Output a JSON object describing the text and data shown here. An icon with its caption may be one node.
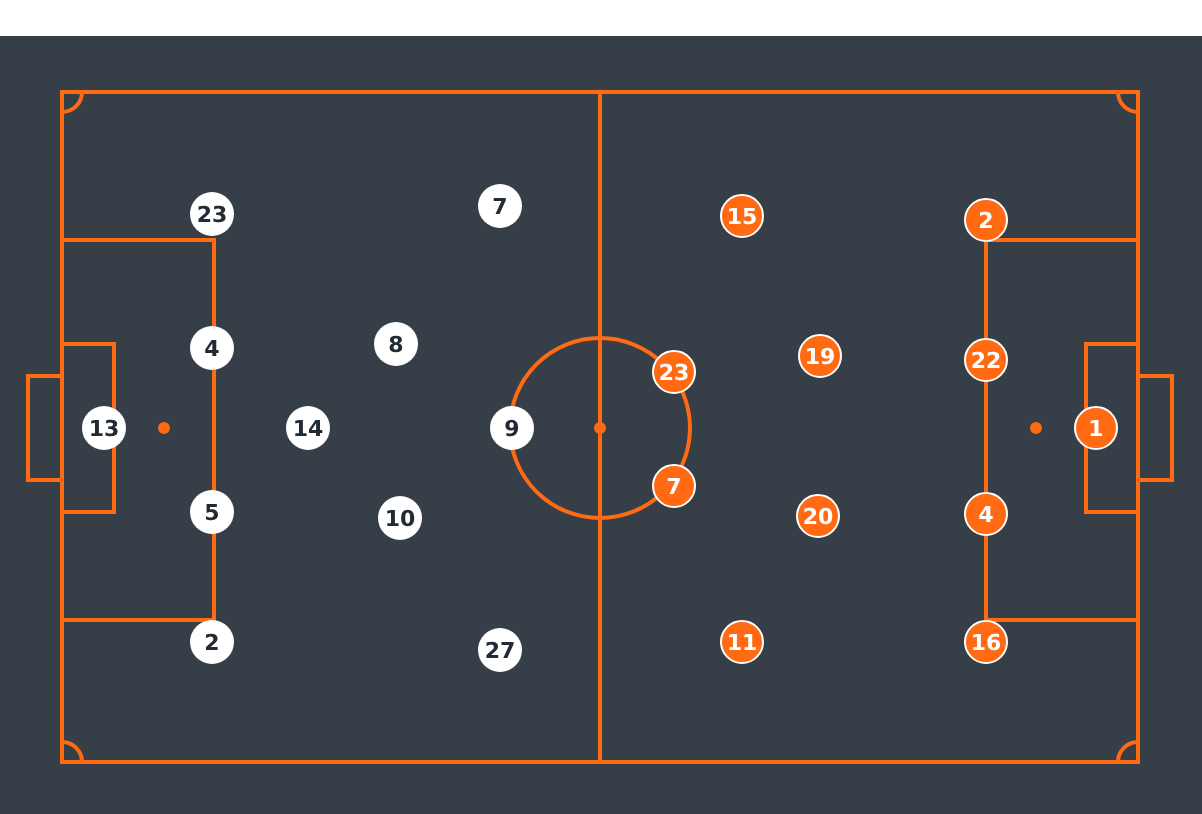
{
  "diagram": {
    "nodes": [
      {
        "text": [
          "23"
        ]
      },
      {
        "text": [
          "7"
        ]
      },
      {
        "text": [
          "4"
        ]
      },
      {
        "text": [
          "8"
        ]
      },
      {
        "text": [
          "13"
        ]
      },
      {
        "text": [
          "14"
        ]
      },
      {
        "text": [
          "9"
        ]
      },
      {
        "text": [
          "5"
        ]
      },
      {
        "text": [
          "10"
        ]
      },
      {
        "text": [
          "2"
        ]
      },
      {
        "text": [
          "27"
        ]
      },
      {
        "text": [
          "15"
        ]
      },
      {
        "text": [
          "2"
        ]
      },
      {
        "text": [
          "23"
        ]
      },
      {
        "text": [
          "19"
        ]
      },
      {
        "text": [
          "22"
        ]
      },
      {
        "text": [
          "1"
        ]
      },
      {
        "text": [
          "7"
        ]
      },
      {
        "text": [
          "20"
        ]
      },
      {
        "text": [
          "4"
        ]
      },
      {
        "text": [
          "11"
        ]
      },
      {
        "text": [
          "16"
        ]
      }
    ]
  }
}
